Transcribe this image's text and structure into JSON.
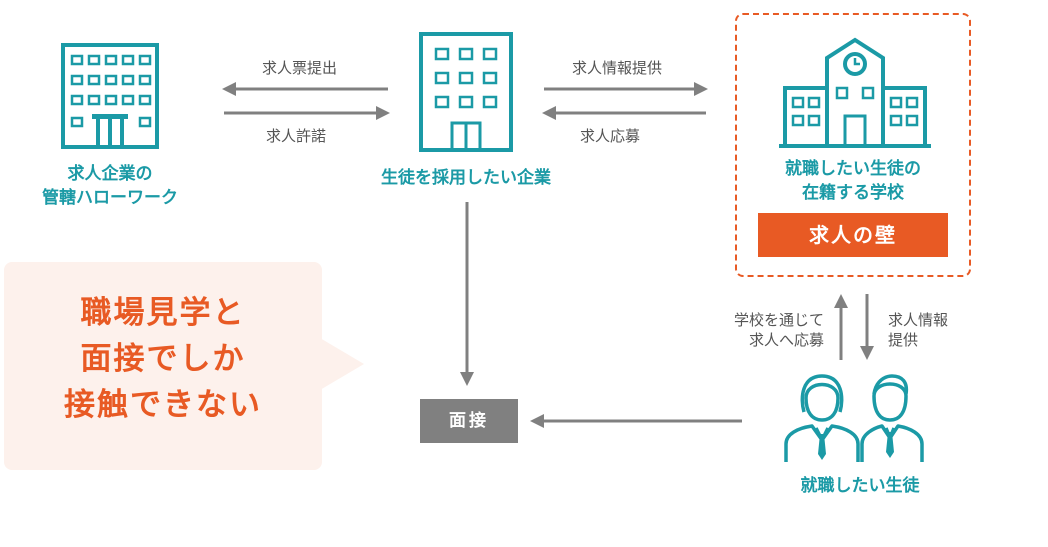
{
  "nodes": {
    "hello_work": {
      "line1": "求人企業の",
      "line2": "管轄ハローワーク"
    },
    "company": {
      "label": "生徒を採用したい企業"
    },
    "school": {
      "line1": "就職したい生徒の",
      "line2": "在籍する学校"
    },
    "students": {
      "label": "就職したい生徒"
    },
    "interview": {
      "label": "面接"
    }
  },
  "badge": {
    "wall": "求人の壁"
  },
  "edges": {
    "job_submit": "求人票提出",
    "job_permit": "求人許諾",
    "job_info_provide": "求人情報提供",
    "job_apply": "求人応募",
    "school_apply_line1": "学校を通じて",
    "school_apply_line2": "求人へ応募",
    "student_info_line1": "求人情報",
    "student_info_line2": "提供"
  },
  "callout": {
    "line1": "職場見学と",
    "line2": "面接でしか",
    "line3": "接触できない"
  },
  "colors": {
    "teal": "#1b9aa6",
    "orange": "#e85a24",
    "gray": "#808080",
    "bubble": "#fdf1ec"
  }
}
